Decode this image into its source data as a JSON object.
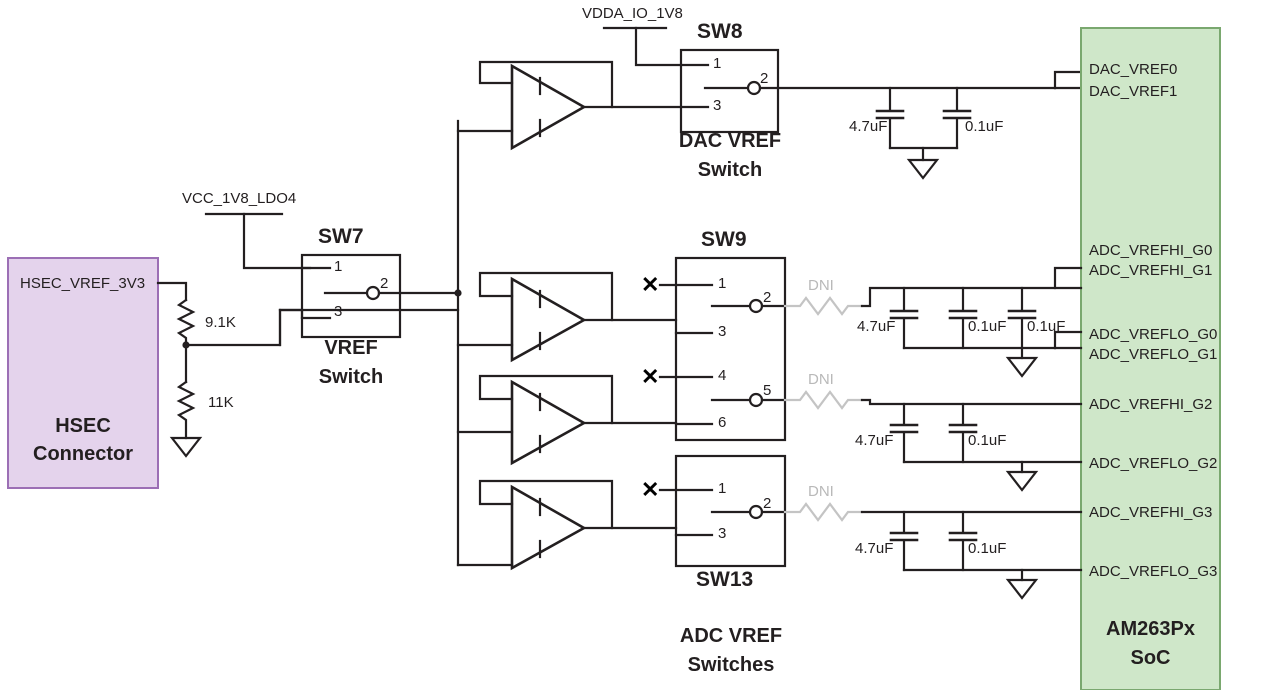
{
  "diagram": {
    "title": "AM263Px VREF Switch Schematic",
    "colors": {
      "hsec_fill": "#e4d3ec",
      "hsec_border": "#9c6fb5",
      "soc_fill": "#cfe7c9",
      "soc_border": "#7aa86f",
      "wire": "#231f20",
      "dni": "#c4c4c4"
    }
  },
  "hsec": {
    "block_line1": "HSEC",
    "block_line2": "Connector",
    "net": "HSEC_VREF_3V3"
  },
  "soc": {
    "block_line1": "AM263Px",
    "block_line2": "SoC",
    "pins": [
      "DAC_VREF0",
      "DAC_VREF1",
      "ADC_VREFHI_G0",
      "ADC_VREFHI_G1",
      "ADC_VREFLO_G0",
      "ADC_VREFLO_G1",
      "ADC_VREFHI_G2",
      "ADC_VREFLO_G2",
      "ADC_VREFHI_G3",
      "ADC_VREFLO_G3"
    ]
  },
  "rails": {
    "vcc_1v8_ldo4": "VCC_1V8_LDO4",
    "vdda_io_1v8": "VDDA_IO_1V8"
  },
  "resistors": [
    {
      "value": "9.1K"
    },
    {
      "value": "11K"
    }
  ],
  "switches": [
    {
      "ref": "SW8",
      "name_line1": "DAC VREF",
      "name_line2": "Switch",
      "pins": [
        "1",
        "2",
        "3"
      ]
    },
    {
      "ref": "SW7",
      "name_line1": "VREF",
      "name_line2": "Switch",
      "pins": [
        "1",
        "2",
        "3"
      ]
    },
    {
      "ref": "SW9",
      "name_line1": "",
      "name_line2": "",
      "pins": [
        "1",
        "2",
        "3",
        "4",
        "5",
        "6"
      ]
    },
    {
      "ref": "SW13",
      "name_line1": "",
      "name_line2": "",
      "pins": [
        "1",
        "2",
        "3"
      ]
    }
  ],
  "adc_group_caption": {
    "line1": "ADC VREF",
    "line2": "Switches"
  },
  "dni_labels": [
    "DNI",
    "DNI",
    "DNI"
  ],
  "capacitors": {
    "dac_bank": [
      "4.7uF",
      "0.1uF"
    ],
    "g01_bank": [
      "4.7uF",
      "0.1uF",
      "0.1uF"
    ],
    "g2_bank": [
      "4.7uF",
      "0.1uF"
    ],
    "g3_bank": [
      "4.7uF",
      "0.1uF"
    ]
  }
}
